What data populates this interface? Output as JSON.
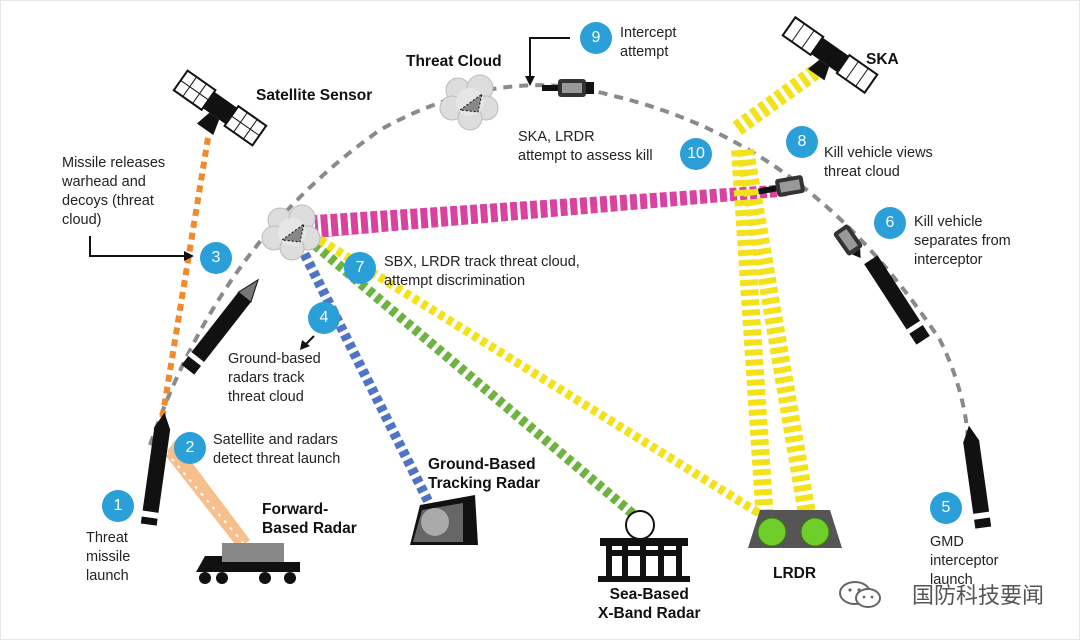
{
  "labels": {
    "threat_cloud": "Threat Cloud",
    "satellite_sensor": "Satellite Sensor",
    "ska": "SKA",
    "forward_radar": "Forward-\nBased Radar",
    "ground_radar": "Ground-Based\nTracking Radar",
    "sbx": "Sea-Based\nX-Band Radar",
    "lrdr": "LRDR"
  },
  "steps": [
    {
      "num": "1",
      "text": "Threat\nmissile\nlaunch"
    },
    {
      "num": "2",
      "text": "Satellite and radars\ndetect threat launch"
    },
    {
      "num": "3",
      "text": "Missile releases\nwarhead and\ndecoys (threat\ncloud)"
    },
    {
      "num": "4",
      "text": "Ground-based\nradars track\nthreat cloud"
    },
    {
      "num": "5",
      "text": "GMD\ninterceptor\nlaunch"
    },
    {
      "num": "6",
      "text": "Kill vehicle\nseparates from\ninterceptor"
    },
    {
      "num": "7",
      "text": "SBX, LRDR track threat cloud,\nattempt discrimination"
    },
    {
      "num": "8",
      "text": "Kill vehicle views\nthreat cloud"
    },
    {
      "num": "9",
      "text": "Intercept\nattempt"
    },
    {
      "num": "10",
      "text": "SKA, LRDR\nattempt to assess kill"
    }
  ],
  "watermark": "国防科技要闻",
  "colors": {
    "badge": "#2a9fd8",
    "satellite_beam": "#f08a2c",
    "pink_beam": "#d9429e",
    "blue_beam": "#4f74c4",
    "green_beam": "#6db33f",
    "yellow_beam": "#f3e21a",
    "path": "#8a8a8a"
  }
}
